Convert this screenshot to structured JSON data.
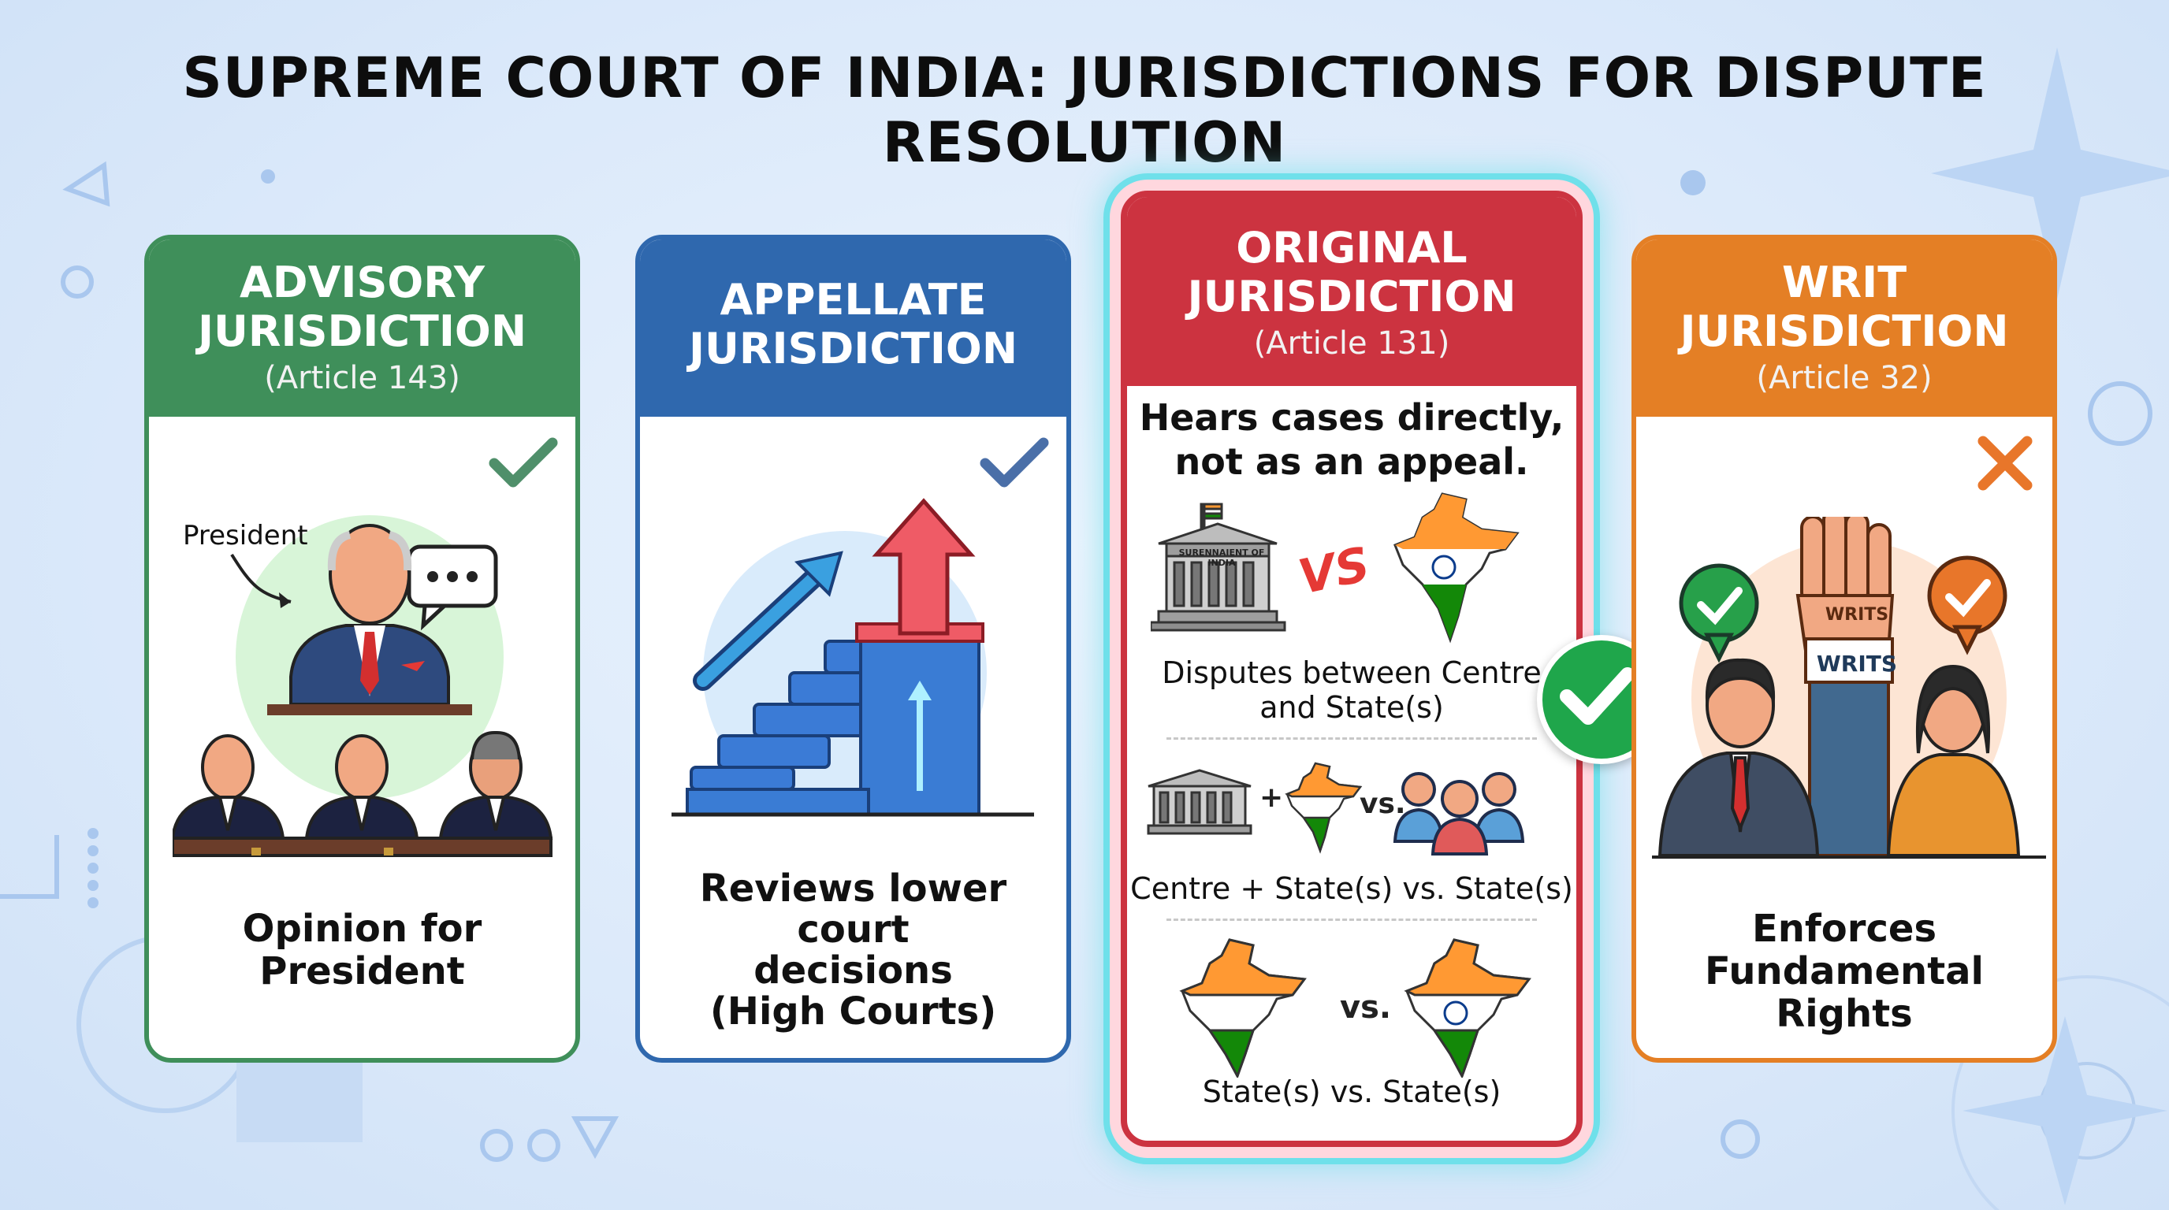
{
  "title": "SUPREME COURT OF INDIA: JURISDICTIONS FOR DISPUTE RESOLUTION",
  "colors": {
    "advisory": "#3f8f5a",
    "appellate": "#2f68ae",
    "original": "#cc3340",
    "writ": "#e47f25",
    "glow": "#6fe0ea",
    "check": "#1fa64b",
    "cross": "#e8762a"
  },
  "cards": {
    "advisory": {
      "heading_line1": "ADVISORY",
      "heading_line2": "JURISDICTION",
      "article": "(Article 143)",
      "president_label": "President",
      "caption_line1": "Opinion for",
      "caption_line2": "President",
      "status_icon": "check-icon"
    },
    "appellate": {
      "heading_line1": "APPELLATE",
      "heading_line2": "JURISDICTION",
      "caption_line1": "Reviews lower",
      "caption_line2": "court",
      "caption_line3": "decisions",
      "caption_line4": "(High Courts)",
      "status_icon": "check-icon"
    },
    "original": {
      "heading_line1": "ORIGINAL",
      "heading_line2": "JURISDICTION",
      "article": "(Article 131)",
      "intro_line1": "Hears cases directly,",
      "intro_line2": "not as an appeal.",
      "building_sign": "SURENNAIENT OF INDIA",
      "vs_mark": "VS",
      "vs_small": "vs.",
      "plus": "+",
      "dispute1_line1": "Disputes between Centre",
      "dispute1_line2": "and State(s)",
      "dispute2": "Centre + State(s) vs. State(s)",
      "dispute3": "State(s) vs. State(s)",
      "status_icon": "check-icon"
    },
    "writ": {
      "heading_line1": "WRIT",
      "heading_line2": "JURISDICTION",
      "article": "(Article 32)",
      "hand_label": "WRITS",
      "band_label": "WRITS",
      "caption_line1": "Enforces",
      "caption_line2": "Fundamental Rights",
      "status_icon": "cross-icon"
    }
  }
}
